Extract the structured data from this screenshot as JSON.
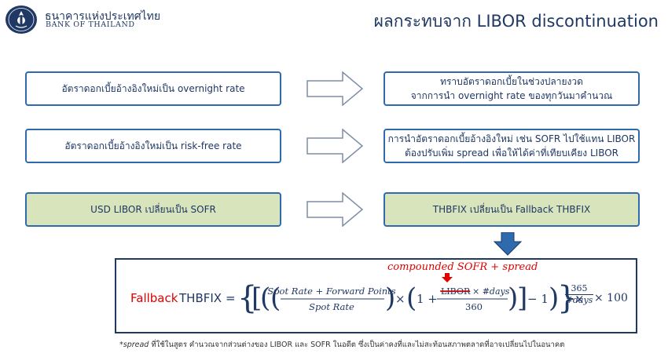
{
  "header": {
    "org_name_th": "ธนาคารแห่งประเทศไทย",
    "org_name_en": "BANK OF THAILAND",
    "title": "ผลกระทบจาก LIBOR discontinuation"
  },
  "flows": [
    {
      "left": [
        "อัตราดอกเบี้ยอ้างอิงใหม่เป็น overnight rate"
      ],
      "right": [
        "ทราบอัตราดอกเบี้ยในช่วงปลายงวด",
        "จากการนำ overnight rate ของทุกวันมาคำนวณ"
      ]
    },
    {
      "left": [
        "อัตราดอกเบี้ยอ้างอิงใหม่เป็น risk-free rate"
      ],
      "right": [
        "การนำอัตราดอกเบี้ยอ้างอิงใหม่ เช่น SOFR ไปใช้แทน LIBOR",
        "ต้องปรับเพิ่ม spread เพื่อให้ได้ค่าที่เทียบเคียง LIBOR"
      ]
    },
    {
      "left": [
        "USD LIBOR เปลี่ยนเป็น SOFR"
      ],
      "right": [
        "THBFIX เปลี่ยนเป็น Fallback THBFIX"
      ]
    }
  ],
  "formula": {
    "annotation": "compounded SOFR + spread",
    "label_red": "Fallback",
    "label_rest": "THBFIX",
    "equals": "=",
    "spot_rate_plus_forward_points": "Spot Rate + Forward Points",
    "spot_rate": "Spot Rate",
    "times": "×",
    "one_plus": "1 +",
    "libor": "LIBOR",
    "times_days": "× #days",
    "d360": "360",
    "minus_one": "− 1",
    "n365": "365",
    "days": "#days",
    "times_100": "× 100"
  },
  "footnote": {
    "spread": "*spread",
    "rest": " ที่ใช้ในสูตร คำนวณจากส่วนต่างของ LIBOR และ SOFR ในอดีต ซึ่งเป็นค่าคงที่และไม่สะท้อนสภาพตลาดที่อาจเปลี่ยนไปในอนาคต"
  },
  "colors": {
    "navy": "#1f3864",
    "box_border": "#2e6aad",
    "green_fill": "#d8e4bc",
    "red": "#e00000",
    "down_arrow": "#2e6aad"
  }
}
